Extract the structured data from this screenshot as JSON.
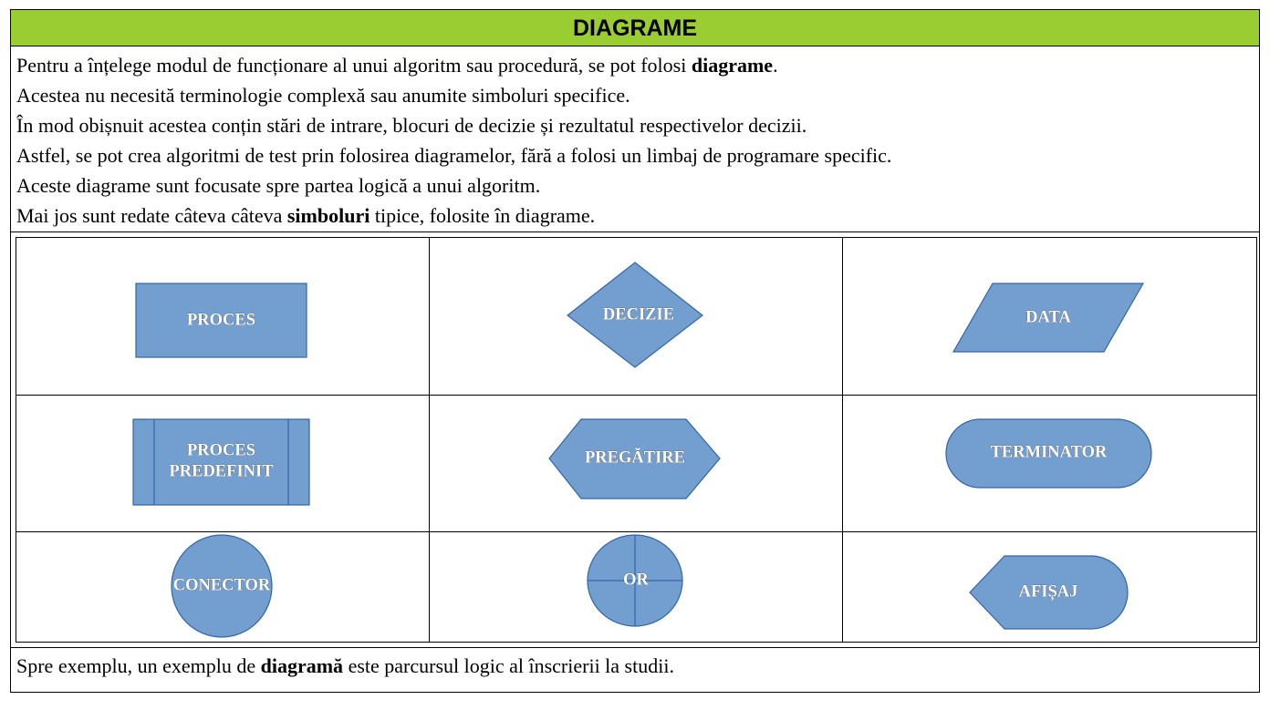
{
  "header": {
    "title": "DIAGRAME"
  },
  "intro": {
    "line1": {
      "before": "Pentru a înțelege modul de funcționare al unui algoritm sau procedură, se pot folosi ",
      "bold": "diagrame",
      "after": "."
    },
    "line2": "Acestea nu necesită terminologie complexă sau anumite simboluri specifice.",
    "line3": "În mod obișnuit acestea conțin stări de intrare, blocuri de decizie și rezultatul respectivelor decizii.",
    "line4": "Astfel, se pot crea algoritmi de test prin folosirea diagramelor, fără a folosi un limbaj de programare specific.",
    "line5": "Aceste diagrame sunt focusate spre partea logică a unui algoritm.",
    "line6": {
      "before": "Mai jos sunt redate câteva câteva ",
      "bold": "simboluri",
      "after": " tipice, folosite în diagrame."
    }
  },
  "symbols": {
    "proces": "PROCES",
    "decizie": "DECIZIE",
    "data": "DATA",
    "proces_predefinit_line1": "PROCES",
    "proces_predefinit_line2": "PREDEFINIT",
    "pregatire": "PREGĂTIRE",
    "terminator": "TERMINATOR",
    "conector": "CONECTOR",
    "or": "OR",
    "afisaj": "AFIȘAJ"
  },
  "outro": {
    "before": "Spre exemplu, un exemplu de ",
    "bold": "diagramă",
    "after": " este parcursul logic al înscrierii la studii."
  },
  "colors": {
    "header_bg": "#9acd32",
    "shape_fill": "#729fcf",
    "shape_stroke": "#3465a4"
  }
}
